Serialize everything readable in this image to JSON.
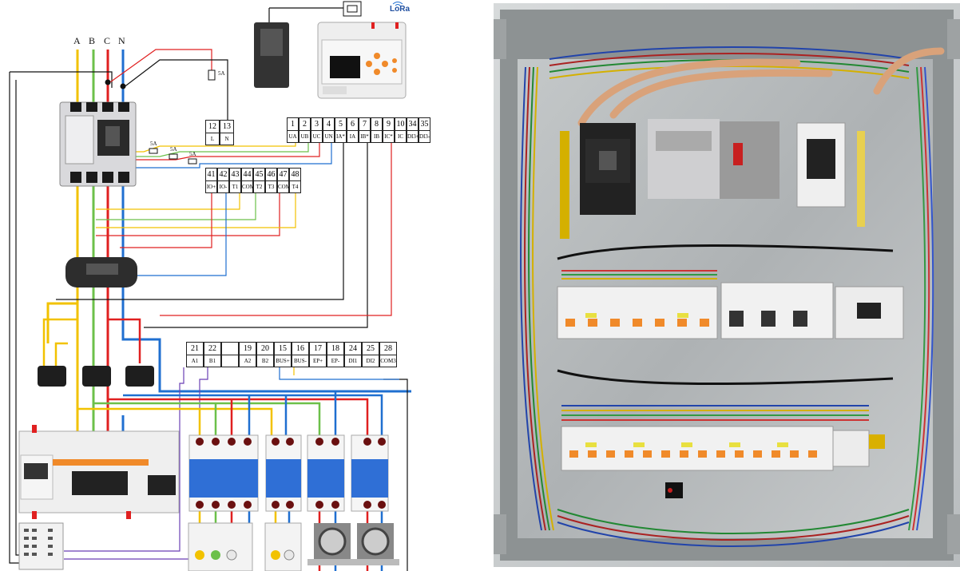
{
  "diagram": {
    "phase_labels": [
      "A",
      "B",
      "C",
      "N"
    ],
    "fuse_labels": [
      "5A",
      "5A",
      "5A",
      "5A"
    ],
    "lora_label": "LoRa",
    "table_power": [
      {
        "n": "12",
        "l": "L"
      },
      {
        "n": "13",
        "l": "N"
      }
    ],
    "table_top": [
      {
        "n": "1",
        "l": "UA"
      },
      {
        "n": "2",
        "l": "UB"
      },
      {
        "n": "3",
        "l": "UC"
      },
      {
        "n": "4",
        "l": "UN"
      },
      {
        "n": "5",
        "l": "IA*"
      },
      {
        "n": "6",
        "l": "IA"
      },
      {
        "n": "7",
        "l": "IB*"
      },
      {
        "n": "8",
        "l": "IB"
      },
      {
        "n": "9",
        "l": "IC*"
      },
      {
        "n": "10",
        "l": "IC"
      },
      {
        "n": "34",
        "l": "DI3+"
      },
      {
        "n": "35",
        "l": "DI3-"
      }
    ],
    "table_mid": [
      {
        "n": "41",
        "l": "IO+"
      },
      {
        "n": "42",
        "l": "IO-"
      },
      {
        "n": "43",
        "l": "T1"
      },
      {
        "n": "44",
        "l": "COM1"
      },
      {
        "n": "45",
        "l": "T2"
      },
      {
        "n": "46",
        "l": "T3"
      },
      {
        "n": "47",
        "l": "COM2"
      },
      {
        "n": "48",
        "l": "T4"
      }
    ],
    "table_bottom": [
      {
        "n": "21",
        "l": "A1"
      },
      {
        "n": "22",
        "l": "B1"
      },
      {
        "n": "",
        "l": ""
      },
      {
        "n": "19",
        "l": "A2"
      },
      {
        "n": "20",
        "l": "B2"
      },
      {
        "n": "15",
        "l": "BUS+"
      },
      {
        "n": "16",
        "l": "BUS-"
      },
      {
        "n": "17",
        "l": "EP+"
      },
      {
        "n": "18",
        "l": "EP-"
      },
      {
        "n": "24",
        "l": "DI1"
      },
      {
        "n": "25",
        "l": "DI2"
      },
      {
        "n": "28",
        "l": "COM3"
      }
    ],
    "wire_colors": {
      "A": "#f2c200",
      "B": "#6cc04a",
      "C": "#e02020",
      "N": "#1f6fd0",
      "black": "#111111",
      "purple": "#6a3fb5"
    },
    "brand_color": "#1f5fd6",
    "accent_orange": "#f08a2a"
  }
}
